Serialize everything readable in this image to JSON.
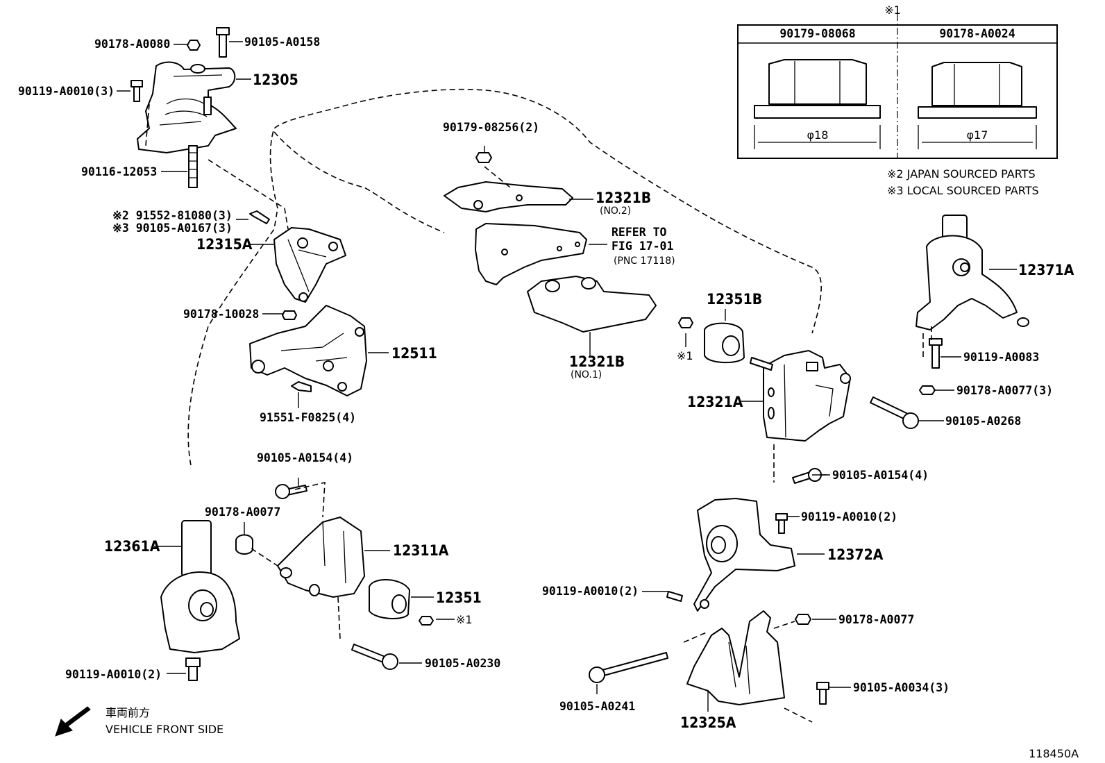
{
  "diagram_id": "118450A",
  "front": {
    "jp": "車両前方",
    "en": "VEHICLE FRONT SIDE"
  },
  "table": {
    "mark": "※1",
    "cols": [
      {
        "part": "90179-08068",
        "dim": "φ18"
      },
      {
        "part": "90178-A0024",
        "dim": "φ17"
      }
    ]
  },
  "notes": {
    "n2": "※2 JAPAN SOURCED PARTS",
    "n3": "※3 LOCAL SOURCED PARTS"
  },
  "refer": {
    "line1": "REFER TO",
    "line2": "FIG 17-01",
    "line3": "(PNC 17118)"
  },
  "labels": {
    "l_90178_A0080": "90178-A0080",
    "l_90105_A0158": "90105-A0158",
    "l_12305": "12305",
    "l_90119_A0010_3": "90119-A0010(3)",
    "l_90116_12053": "90116-12053",
    "l_91552_81080": "※2 91552-81080(3)",
    "l_90105_A0167": "※3 90105-A0167(3)",
    "l_12315A": "12315A",
    "l_90178_10028": "90178-10028",
    "l_12511": "12511",
    "l_91551_F0825": "91551-F0825(4)",
    "l_90179_08256": "90179-08256(2)",
    "l_12321B_2": "12321B",
    "l_no2": "(NO.2)",
    "l_12321B_1": "12321B",
    "l_no1": "(NO.1)",
    "l_12351B": "12351B",
    "l_mark1a": "※1",
    "l_12321A": "12321A",
    "l_90105_A0268": "90105-A0268",
    "l_90105_A0154_r": "90105-A0154(4)",
    "l_12371A": "12371A",
    "l_90119_A0083": "90119-A0083",
    "l_90178_A0077_3": "90178-A0077(3)",
    "l_90119_A0010_2a": "90119-A0010(2)",
    "l_12372A": "12372A",
    "l_90119_A0010_2b": "90119-A0010(2)",
    "l_90178_A0077_r": "90178-A0077",
    "l_90105_A0034": "90105-A0034(3)",
    "l_90105_A0241": "90105-A0241",
    "l_12325A": "12325A",
    "l_90105_A0154_l": "90105-A0154(4)",
    "l_90178_A0077_l": "90178-A0077",
    "l_12361A": "12361A",
    "l_12311A": "12311A",
    "l_12351": "12351",
    "l_mark1b": "※1",
    "l_90105_A0230": "90105-A0230",
    "l_90119_A0010_2c": "90119-A0010(2)"
  }
}
